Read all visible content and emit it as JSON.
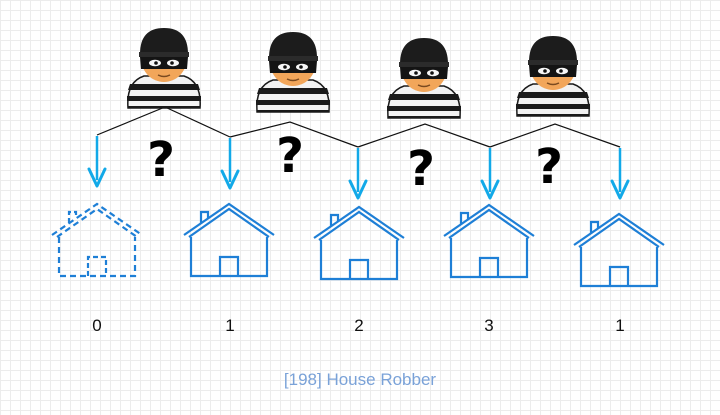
{
  "caption": "[198] House Robber",
  "houses": [
    {
      "value": "0",
      "style": "dashed"
    },
    {
      "value": "1",
      "style": "solid"
    },
    {
      "value": "2",
      "style": "solid"
    },
    {
      "value": "3",
      "style": "solid"
    },
    {
      "value": "1",
      "style": "solid"
    }
  ],
  "robber_count": 4,
  "question_mark": "?",
  "colors": {
    "house_stroke": "#1e7fd6",
    "arrow": "#12a9e8",
    "line": "#111111",
    "caption": "#7aa2d8"
  },
  "icons": [
    "robber-icon",
    "house-icon",
    "down-arrow-icon",
    "question-mark-icon"
  ]
}
